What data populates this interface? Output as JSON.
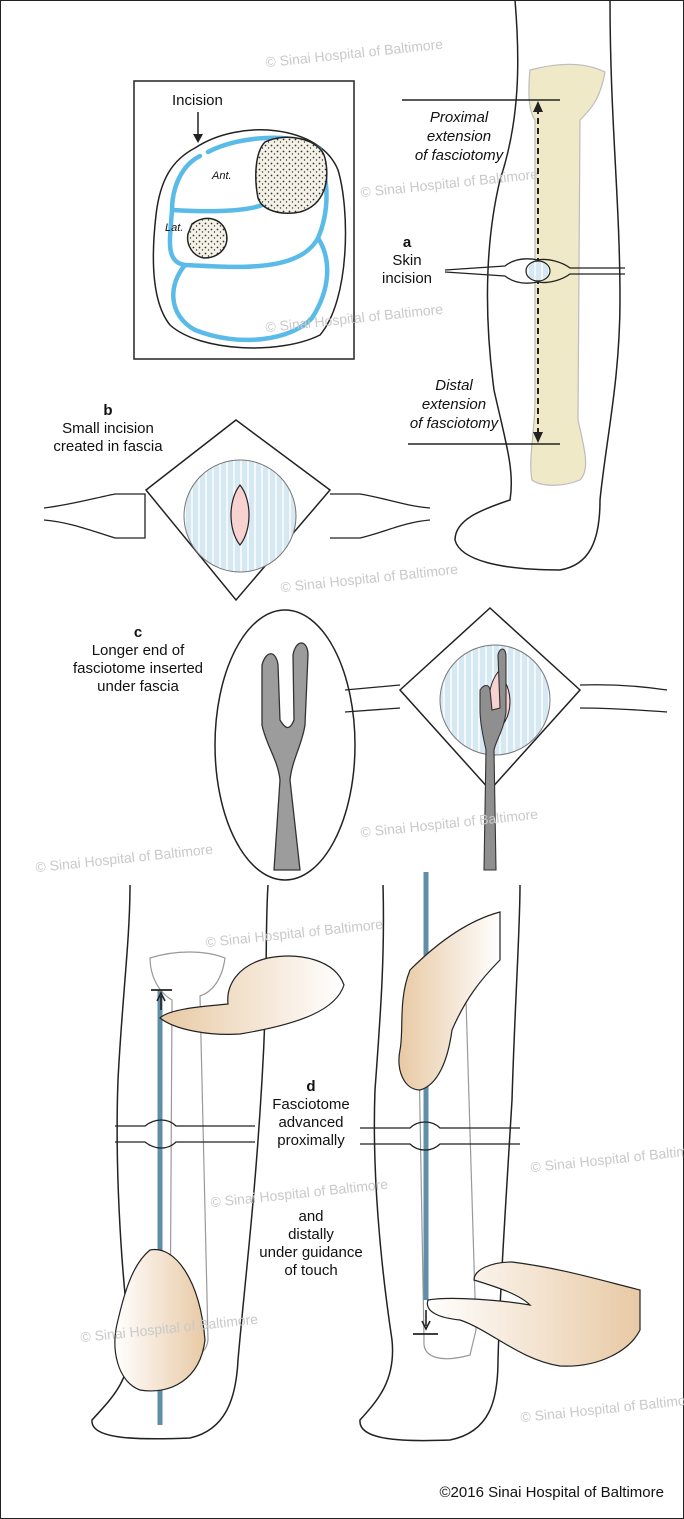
{
  "inset": {
    "incision_label": "Incision",
    "anterior_label": "Ant.",
    "lateral_label": "Lat."
  },
  "panel_a": {
    "letter": "a",
    "skin_incision": "Skin incision",
    "proximal_extension": [
      "Proximal",
      "extension",
      "of fasciotomy"
    ],
    "distal_extension": [
      "Distal",
      "extension",
      "of fasciotomy"
    ]
  },
  "panel_b": {
    "letter": "b",
    "caption": [
      "Small incision",
      "created in fascia"
    ]
  },
  "panel_c": {
    "letter": "c",
    "caption": [
      "Longer end of",
      "fasciotome inserted",
      "under fascia"
    ]
  },
  "panel_d": {
    "letter": "d",
    "caption_proximal": [
      "Fasciotome",
      "advanced",
      "proximally"
    ],
    "caption_distal": [
      "and",
      "distally",
      "under guidance",
      "of touch"
    ]
  },
  "watermark": "© Sinai Hospital of Baltimore",
  "copyright": "©2016 Sinai Hospital of Baltimore",
  "colors": {
    "fascia_blue": "#5bbbe8",
    "bone": "#efe9c8",
    "fascia_fill": "#d6e8f2",
    "incision_pink": "#f7d2d0",
    "instrument_gray": "#8f8f8f",
    "skin": "#f1dfc6"
  }
}
